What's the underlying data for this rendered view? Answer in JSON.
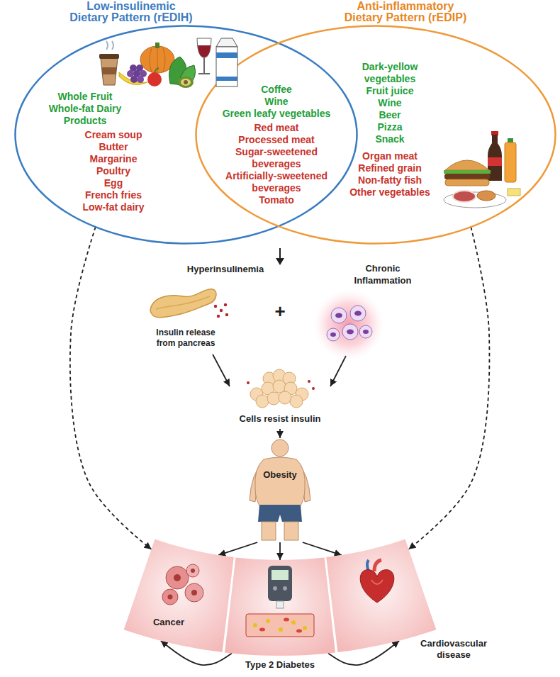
{
  "diagram": {
    "nodes": [
      {
        "text": [
          "Low-insulinemic Dietary Pattern (rEDIH)",
          "Whole Fruit",
          "Whole-fat Dairy Products",
          "Cream soup",
          "Butter",
          "Margarine",
          "Poultry",
          "Egg",
          "French fries",
          "Low-fat dairy"
        ]
      },
      {
        "text": [
          "Anti-inflammatory Dietary Pattern (rEDIP)",
          "Dark-yellow vegetables",
          "Fruit juice",
          "Wine",
          "Beer",
          "Pizza",
          "Snack",
          "Organ meat",
          "Refined grain",
          "Non-fatty fish",
          "Other vegetables"
        ]
      },
      {
        "text": [
          "Coffee",
          "Wine",
          "Green leafy vegetables",
          "Red meat",
          "Processed meat",
          "Sugar-sweetened beverages",
          "Artificially-sweetened beverages",
          "Tomato"
        ]
      },
      {
        "text": [
          "Hyperinsulinemia",
          "Insulin release from pancreas"
        ]
      },
      {
        "text": [
          "Chronic Inflammation"
        ]
      },
      {
        "text": [
          "Cells resist insulin"
        ]
      },
      {
        "text": [
          "Obesity"
        ]
      },
      {
        "text": [
          "Cancer"
        ]
      },
      {
        "text": [
          "Type 2 Diabetes"
        ]
      },
      {
        "text": [
          "Cardiovascular disease"
        ]
      }
    ],
    "edges": [
      {
        "from": 3,
        "to": 5,
        "arrow": "to"
      },
      {
        "from": 4,
        "to": 5,
        "arrow": "to"
      },
      {
        "from": 5,
        "to": 6,
        "arrow": "to"
      },
      {
        "from": 6,
        "to": 7,
        "arrow": "to"
      },
      {
        "from": 6,
        "to": 8,
        "arrow": "to"
      },
      {
        "from": 6,
        "to": 9,
        "arrow": "to"
      },
      {
        "from": 0,
        "to": 7,
        "arrow": "to"
      },
      {
        "from": 1,
        "to": 9,
        "arrow": "to"
      },
      {
        "from": 8,
        "to": 7,
        "arrow": "to"
      },
      {
        "from": 8,
        "to": 9,
        "arrow": "to"
      }
    ],
    "labels": [
      "+"
    ]
  }
}
